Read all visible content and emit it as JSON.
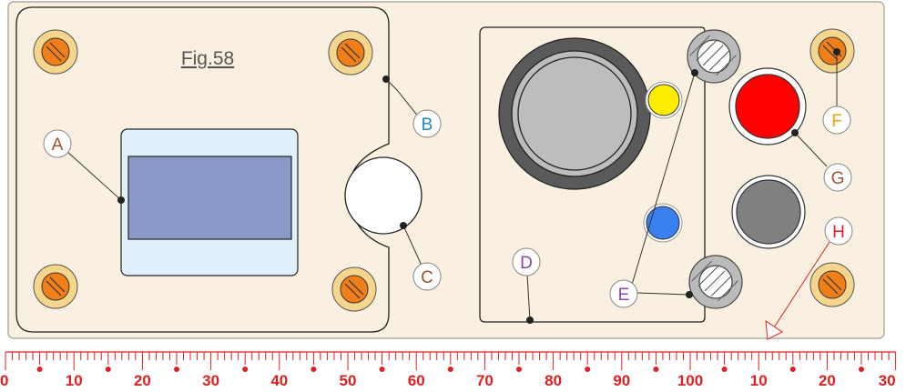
{
  "figure": {
    "title": "Fig.58"
  },
  "callouts": [
    {
      "letter": "A",
      "color": "#a0522d"
    },
    {
      "letter": "B",
      "color": "#1e88c8"
    },
    {
      "letter": "C",
      "color": "#a0522d"
    },
    {
      "letter": "D",
      "color": "#8e44ad"
    },
    {
      "letter": "E",
      "color": "#8e44ad"
    },
    {
      "letter": "F",
      "color": "#f39c12"
    },
    {
      "letter": "G",
      "color": "#a0522d"
    },
    {
      "letter": "H",
      "color": "#e02020"
    }
  ],
  "ruler": {
    "labels": [
      "0",
      "10",
      "20",
      "30",
      "40",
      "50",
      "60",
      "70",
      "80",
      "90",
      "100",
      "10",
      "20",
      "30"
    ],
    "color": "#e02020"
  },
  "colors": {
    "panel": "#faf0e1",
    "screw_head": "#f07f1a",
    "screw_ring": "#f6d58c",
    "lcd": "#8a99c8",
    "lcd_bezel": "#e0f0fa",
    "knob": "#bdbdbd",
    "led_yellow": "#ffee00",
    "led_blue": "#3a7ff0",
    "button_red": "#ff0000",
    "button_gray": "#808080"
  }
}
